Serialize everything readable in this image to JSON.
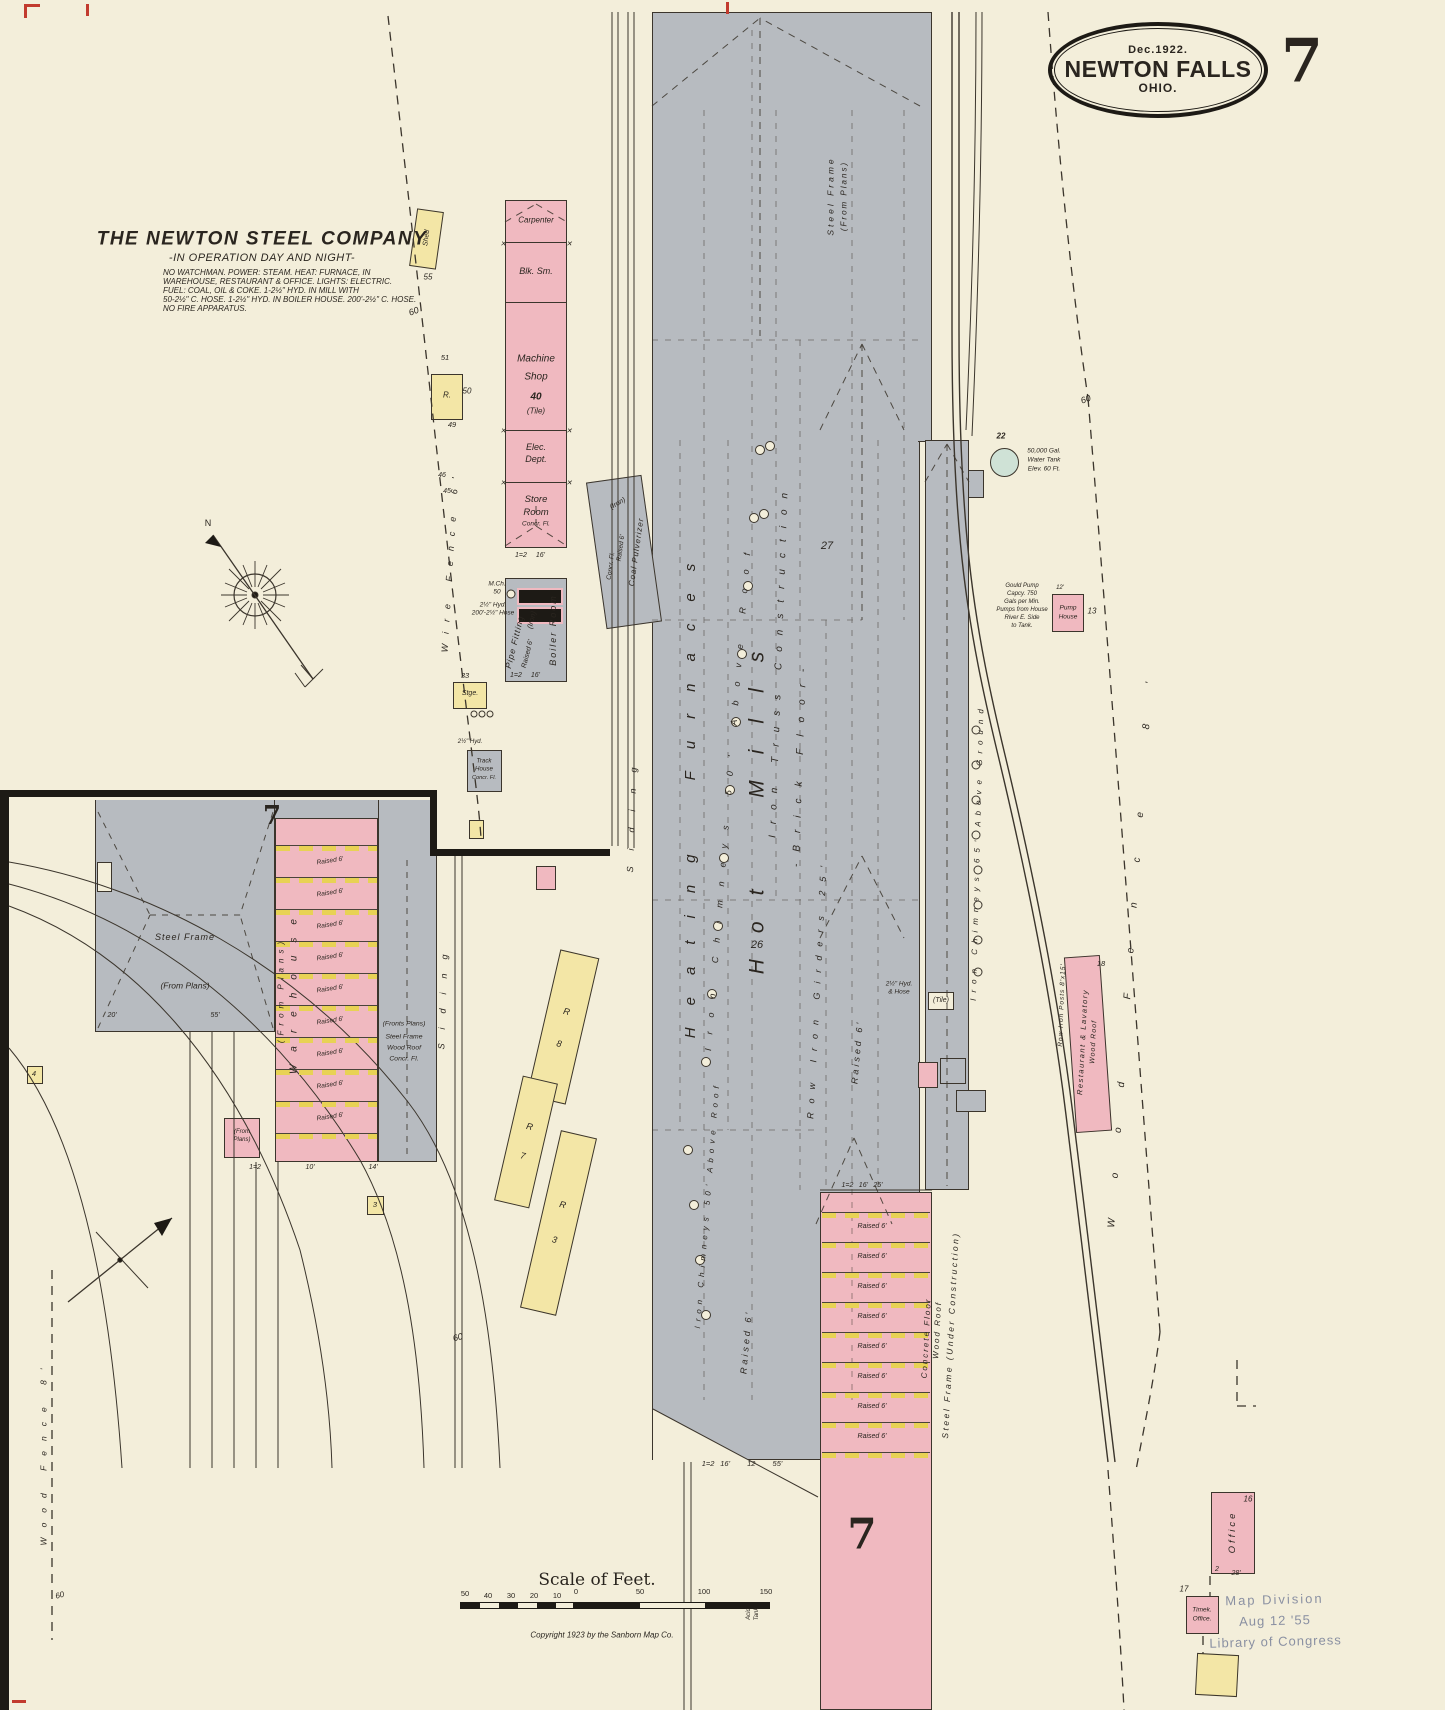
{
  "badge": {
    "date": "Dec.1922.",
    "city": "Newton Falls",
    "state": "Ohio.",
    "sheet_number": "7"
  },
  "title_block": {
    "company": "The Newton Steel Company",
    "operation": "-In Operation Day and Night-",
    "details": [
      "No Watchman. Power: Steam. Heat: Furnace, in",
      "Warehouse, Restaurant & Office. Lights: Electric.",
      "Fuel: Coal, Oil & Coke. 1-2½\" Hyd. in Mill with",
      "50-2½\" C. Hose. 1-2½\" Hyd. in Boiler House. 200'-2½\" C. Hose.",
      "No Fire Apparatus."
    ]
  },
  "shop_building": {
    "carpenter": "Carpenter",
    "blacksmith": "Blk. Sm.",
    "machine_line1": "Machine",
    "machine_line2": "Shop",
    "number": "40",
    "tile": "(Tile)",
    "elec_line1": "Elec.",
    "elec_line2": "Dept.",
    "store_line1": "Store",
    "store_line2": "Room",
    "concr_fl": "Concr. Fl.",
    "dims": "1=2  16'"
  },
  "boiler_house": {
    "boiler_room": "Boiler Room",
    "pipe_fitting": "Pipe Fitting",
    "iron": "(Iron)",
    "raised": "Raised 6'",
    "mch": "M.Ch.",
    "num50": "50",
    "hyd": "2½\" Hyd.",
    "hose": "200'-2½\" Hose",
    "dims": "1=2  16'"
  },
  "coal_pulverizer": {
    "name": "Coal Pulverizer",
    "iron": "(Iron)",
    "concr": "Concr. Fl.",
    "raised": "Raised 6'"
  },
  "mill": {
    "heating_furnaces": "Heating Furnaces",
    "hot_mills": "Hot Mills",
    "iron_truss": "Iron Truss Construction",
    "brick_floor": "-Brick Floor-",
    "row_iron_girders": "Row Iron Girders 25'",
    "raised_a": "Raised 6'",
    "raised_b": "Raised 6'",
    "chimneys_50": "Iron Chimneys 50' Above Roof",
    "chimneys_65": "Iron Chimneys 65' Above Ground",
    "steel_frame": "Steel Frame",
    "from_plans": "(From Plans)",
    "siding": "Siding",
    "num26": "26",
    "num27": "27",
    "tile": "(Tile)",
    "hyd_note_1": "2½\" Hyd.",
    "hyd_note_2": "& Hose",
    "concrete_floor": "Concrete Floor",
    "wood_roof": "Wood Roof",
    "steel_frame_uc": "Steel Frame (Under Construction)",
    "sheet_seven": "7",
    "row_label": "Raised 6'",
    "dims_top": "1=2  16'  25'",
    "dims_bottom": "1=2  16'   12   55'"
  },
  "warehouse": {
    "sheet_seven": "7",
    "steel_frame": "Steel Frame",
    "from_plans": "(From Plans)",
    "name": "Warehouse",
    "from_plans_v": "(From Plans)",
    "row_label": "Raised 6'",
    "small_box_1": "(From",
    "small_box_2": "Plans)",
    "note_1": "(Fronts Plans)",
    "note_2": "Steel Frame",
    "note_3": "Wood Roof",
    "note_4": "Concr. Fl.",
    "siding": "Siding",
    "dim_1": "1=2",
    "dim_2": "10'",
    "dim_3": "14'",
    "dim_top_1": "20'",
    "dim_top_2": "55'"
  },
  "fences": {
    "wire_fence": "Wire Fence 6'",
    "wood_fence_right": "Wood Fence 8'",
    "wood_fence_left": "Wood Fence 8'",
    "num60_a": "60",
    "num60_b": "60",
    "num60_c": "60",
    "num60_d": "60"
  },
  "small_buildings": {
    "shed": "Shed",
    "num55": "55",
    "num51": "51",
    "r_label": "R.",
    "num50": "50",
    "num49": "49",
    "num46": "46",
    "num45": "45",
    "num33": "33",
    "stge": "Stge.",
    "hyd": "2½\" Hyd.",
    "track_1": "Track",
    "track_2": "House",
    "track_3": "Concr. Fl.",
    "num3": "3",
    "num4": "4",
    "r8_r": "R",
    "r8_n": "8",
    "r7_r": "R",
    "r7_n": "7",
    "r3_r": "R",
    "r3_n": "3"
  },
  "right_side": {
    "num22": "22",
    "tank_1": "50,000 Gal.",
    "tank_2": "Water Tank",
    "tank_3": "Elev. 60 Ft.",
    "pump_1": "Gould Pump",
    "pump_2": "Capcy. 750",
    "pump_3": "Gals per Min.",
    "pump_4": "Pumps from House",
    "pump_5": "River E. Side",
    "pump_6": "to Tank.",
    "pump_house_1": "Pump",
    "pump_house_2": "House",
    "num13": "13",
    "num12": "12'",
    "iron_posts": "Row Iron Posts 8'x15'",
    "restaurant": "Restaurant & Lavatory",
    "wood_roof": "Wood Roof",
    "num18": "18",
    "office": "Office",
    "num16": "16",
    "office_dim_1": "2",
    "office_dim_2": "28'",
    "timek_1": "Timek.",
    "timek_2": "Office.",
    "num17": "17"
  },
  "scale_block": {
    "title": "Scale of Feet.",
    "ticks": [
      "50",
      "40",
      "30",
      "20",
      "10",
      "0",
      "50",
      "100",
      "150"
    ],
    "copyright": "Copyright 1923 by the Sanborn Map Co.",
    "acid_1": "Acid",
    "acid_2": "Tank"
  },
  "stamp": {
    "line1": "Map Division",
    "line2": "Aug 12 '55",
    "line3": "Library of Congress"
  },
  "compass": {
    "north": "N"
  },
  "marks": {
    "x": "✕"
  },
  "colors": {
    "paper": "#f3eeda",
    "pink": "#f0b9c0",
    "yellow": "#f3e6a6",
    "gray": "#b7bbc0",
    "water": "#cfe2d6",
    "red_mark": "#c23b2e",
    "stamp_ink": "#8a90a2"
  }
}
